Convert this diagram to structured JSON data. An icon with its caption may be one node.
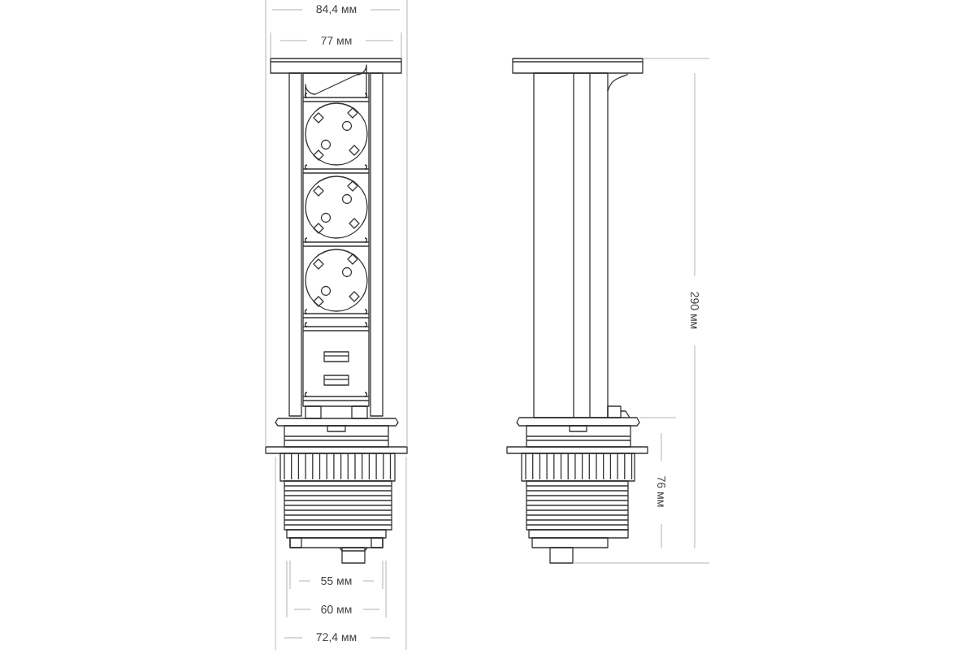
{
  "diagram": {
    "labels": [
      "84,4 мм",
      "77 мм",
      "290 мм",
      "76 мм",
      "55 мм",
      "60 мм",
      "72,4 мм"
    ]
  }
}
